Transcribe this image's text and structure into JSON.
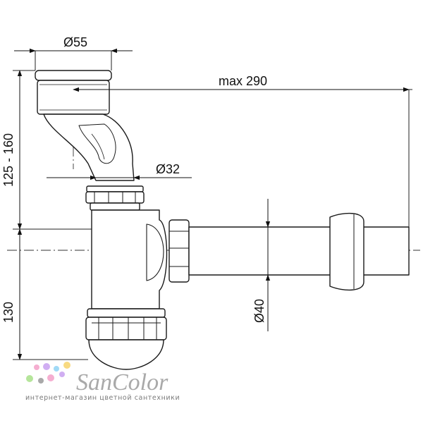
{
  "dimensions": {
    "inlet_diameter": "Ø55",
    "max_length": "max 290",
    "inner_pipe_diameter": "Ø32",
    "height_range": "125 - 160",
    "lower_height": "130",
    "outlet_diameter": "Ø40"
  },
  "watermark": {
    "brand": "SanColor",
    "tagline": "интернет-магазин цветной сантехники",
    "dot_colors": [
      "#f3a0c8",
      "#c8a0f0",
      "#8fd3f5",
      "#f7d36b",
      "#a8e08a",
      "#9a9a9a"
    ]
  }
}
